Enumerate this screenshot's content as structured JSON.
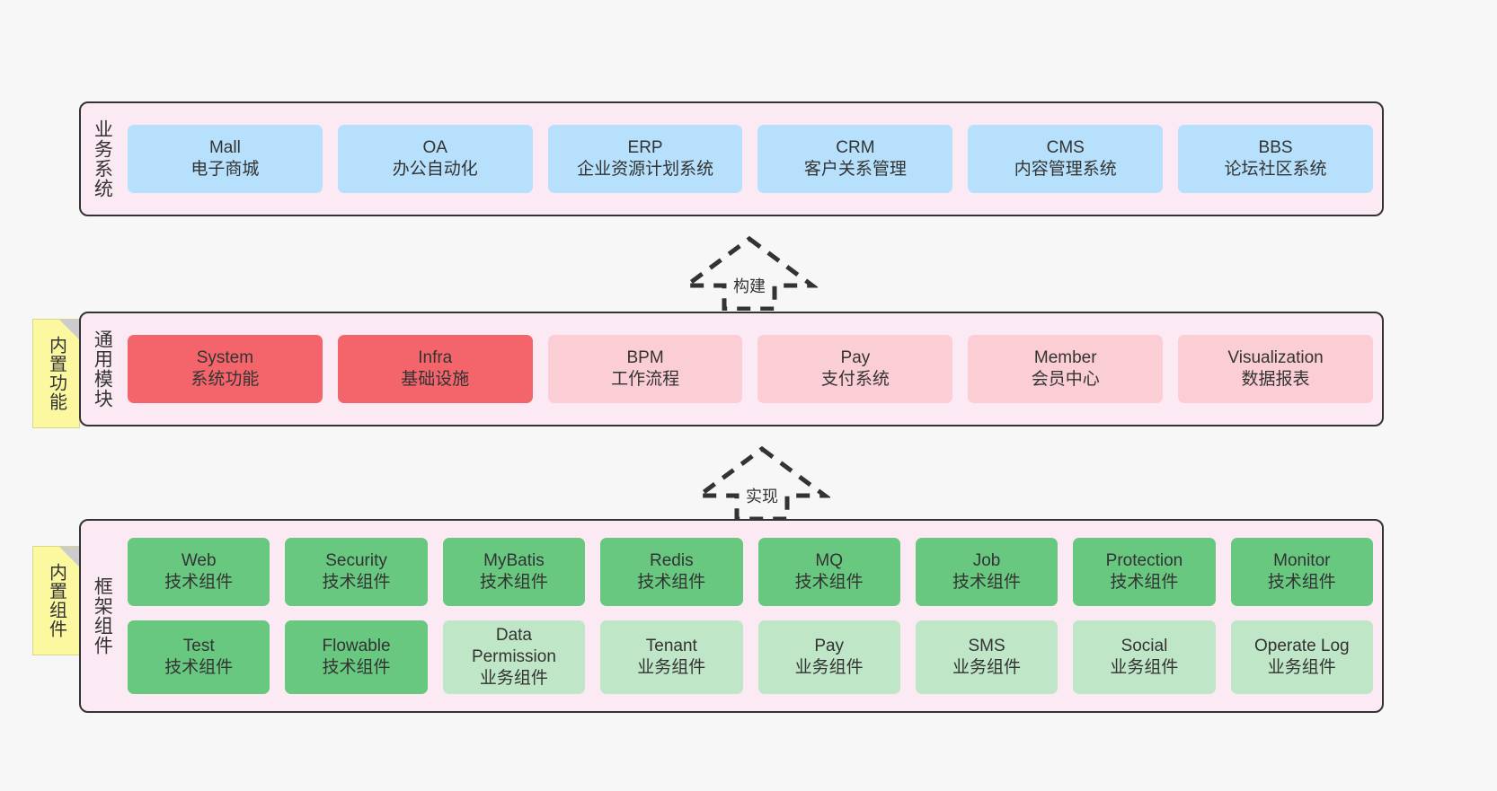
{
  "diagram": {
    "background": "#f7f7f7",
    "panel_bg": "#fbeaf4",
    "panel_border": "#333333",
    "colors": {
      "blue": "#b6e0fb",
      "red": "#f3656b",
      "pink": "#fbcdd4",
      "green": "#68c880",
      "light_green": "#bfe6c6",
      "sticky": "#fcf8a0",
      "sticky_fold": "#cccccc"
    }
  },
  "layers": [
    {
      "title": "业务系统",
      "rows": [
        [
          {
            "en": "Mall",
            "cn": "电子商城",
            "color": "blue"
          },
          {
            "en": "OA",
            "cn": "办公自动化",
            "color": "blue"
          },
          {
            "en": "ERP",
            "cn": "企业资源计划系统",
            "color": "blue"
          },
          {
            "en": "CRM",
            "cn": "客户关系管理",
            "color": "blue"
          },
          {
            "en": "CMS",
            "cn": "内容管理系统",
            "color": "blue"
          },
          {
            "en": "BBS",
            "cn": "论坛社区系统",
            "color": "blue"
          }
        ]
      ]
    },
    {
      "title": "通用模块",
      "sticky": "内置功能",
      "rows": [
        [
          {
            "en": "System",
            "cn": "系统功能",
            "color": "red"
          },
          {
            "en": "Infra",
            "cn": "基础设施",
            "color": "red"
          },
          {
            "en": "BPM",
            "cn": "工作流程",
            "color": "pink"
          },
          {
            "en": "Pay",
            "cn": "支付系统",
            "color": "pink"
          },
          {
            "en": "Member",
            "cn": "会员中心",
            "color": "pink"
          },
          {
            "en": "Visualization",
            "cn": "数据报表",
            "color": "pink"
          }
        ]
      ]
    },
    {
      "title": "框架组件",
      "sticky": "内置组件",
      "rows": [
        [
          {
            "en": "Web",
            "cn": "技术组件",
            "color": "green"
          },
          {
            "en": "Security",
            "cn": "技术组件",
            "color": "green"
          },
          {
            "en": "MyBatis",
            "cn": "技术组件",
            "color": "green"
          },
          {
            "en": "Redis",
            "cn": "技术组件",
            "color": "green"
          },
          {
            "en": "MQ",
            "cn": "技术组件",
            "color": "green"
          },
          {
            "en": "Job",
            "cn": "技术组件",
            "color": "green"
          },
          {
            "en": "Protection",
            "cn": "技术组件",
            "color": "green"
          },
          {
            "en": "Monitor",
            "cn": "技术组件",
            "color": "green"
          }
        ],
        [
          {
            "en": "Test",
            "cn": "技术组件",
            "color": "green"
          },
          {
            "en": "Flowable",
            "cn": "技术组件",
            "color": "green"
          },
          {
            "en": "Data Permission",
            "cn": "业务组件",
            "color": "light_green"
          },
          {
            "en": "Tenant",
            "cn": "业务组件",
            "color": "light_green"
          },
          {
            "en": "Pay",
            "cn": "业务组件",
            "color": "light_green"
          },
          {
            "en": "SMS",
            "cn": "业务组件",
            "color": "light_green"
          },
          {
            "en": "Social",
            "cn": "业务组件",
            "color": "light_green"
          },
          {
            "en": "Operate Log",
            "cn": "业务组件",
            "color": "light_green"
          }
        ]
      ]
    }
  ],
  "arrows": [
    {
      "label": "构建"
    },
    {
      "label": "实现"
    }
  ]
}
